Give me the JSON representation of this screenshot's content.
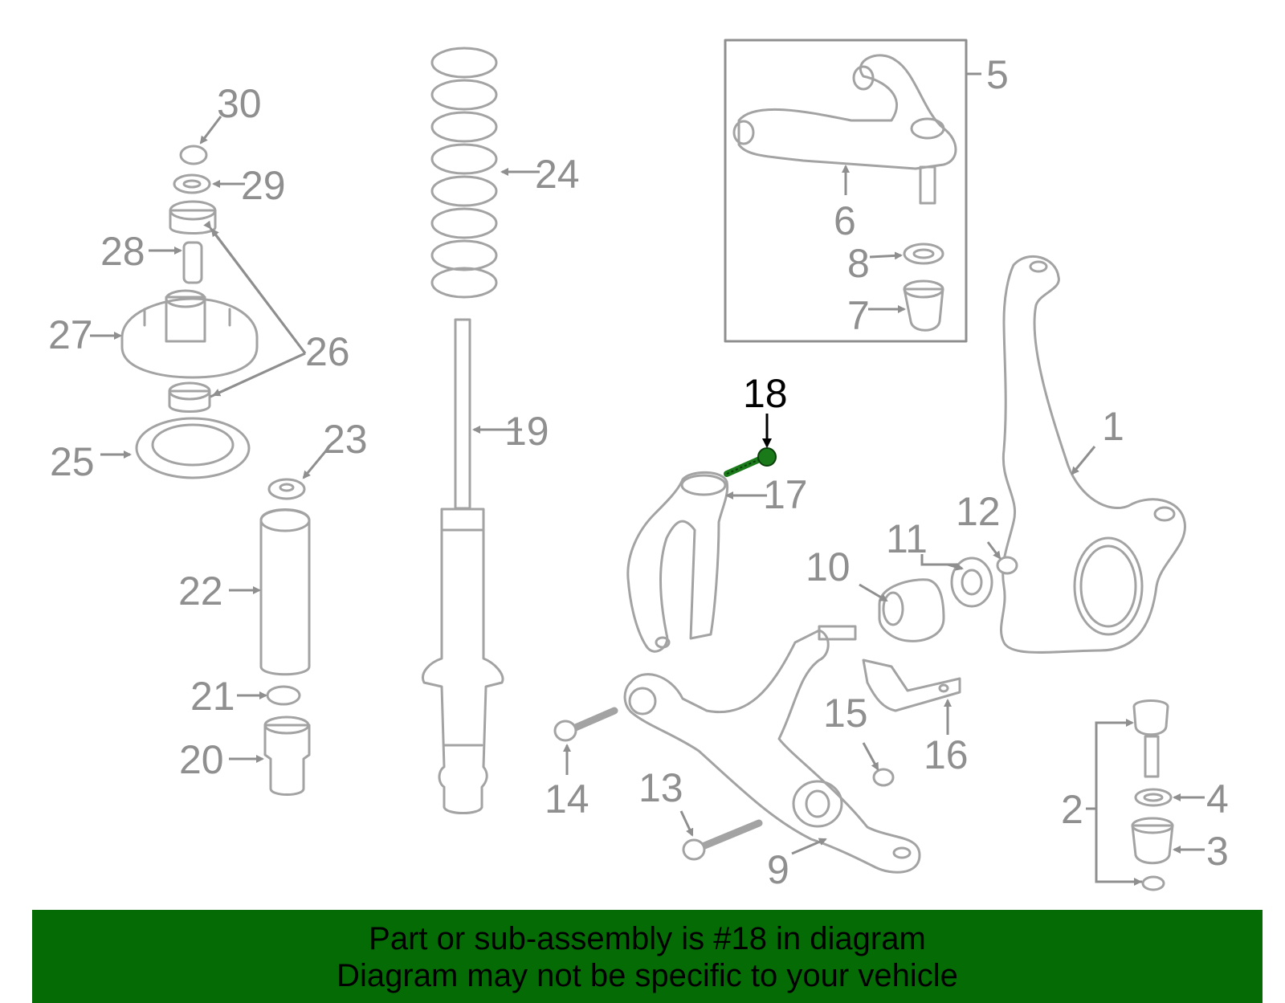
{
  "diagram": {
    "part_numbers": [
      "1",
      "2",
      "3",
      "4",
      "5",
      "6",
      "7",
      "8",
      "9",
      "10",
      "11",
      "12",
      "13",
      "14",
      "15",
      "16",
      "17",
      "18",
      "19",
      "20",
      "21",
      "22",
      "23",
      "24",
      "25",
      "26",
      "27",
      "28",
      "29",
      "30"
    ],
    "highlighted_part": "18",
    "colors": {
      "part_outline": "#a3a3a3",
      "callout_text": "#8f8f8f",
      "highlight_part": "#1a7a1a",
      "highlight_text": "#000000",
      "banner_background": "#056b05"
    }
  },
  "banner": {
    "line1": "Part or sub-assembly is #18 in diagram",
    "line2": "Diagram may not be specific to your vehicle"
  }
}
